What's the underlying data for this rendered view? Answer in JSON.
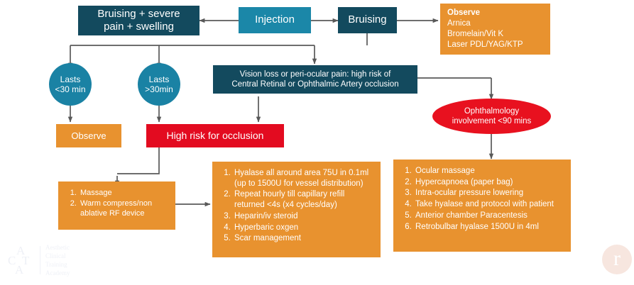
{
  "diagram": {
    "title": "Bruising and vascular occlusion management flowchart",
    "colors": {
      "navy": "#134a5e",
      "teal": "#1b87a8",
      "circle_teal": "#1a82a4",
      "orange": "#e8922f",
      "red": "#e30b20",
      "ellipse_red": "#e8111f",
      "arrow": "#595959",
      "text_on_fill": "#ffffff"
    },
    "nodes": {
      "bruising_severe": {
        "label": "Bruising + severe pain + swelling",
        "line1": "Bruising + severe",
        "line2": "pain + swelling",
        "shape": "rectangle",
        "color": "navy"
      },
      "injection": {
        "label": "Injection",
        "shape": "rectangle",
        "color": "teal"
      },
      "bruising": {
        "label": "Bruising",
        "shape": "rectangle",
        "color": "navy"
      },
      "observe_top": {
        "title": "Observe",
        "items": [
          "Arnica",
          "Bromelain/Vit K",
          "Laser PDL/YAG/KTP"
        ],
        "shape": "rectangle",
        "color": "orange"
      },
      "lasts_under_30": {
        "line1": "Lasts",
        "line2": "<30 min",
        "shape": "circle",
        "color": "circle_teal"
      },
      "lasts_over_30": {
        "line1": "Lasts",
        "line2": ">30min",
        "shape": "circle",
        "color": "circle_teal"
      },
      "vision_loss": {
        "line1": "Vision loss or peri-ocular pain: high risk of",
        "line2": "Central Retinal or Ophthalmic Artery occlusion",
        "shape": "rectangle",
        "color": "navy"
      },
      "observe_left": {
        "label": "Observe",
        "shape": "rectangle",
        "color": "orange"
      },
      "high_risk_occlusion": {
        "label": "High risk for occlusion",
        "shape": "rectangle",
        "color": "red"
      },
      "ophthalmology": {
        "line1": "Ophthalmology",
        "line2": "involvement <90 mins",
        "shape": "ellipse",
        "color": "ellipse_red"
      },
      "massage_list": {
        "shape": "rectangle",
        "color": "orange",
        "items": [
          "Massage",
          "Warm compress/non ablative RF device"
        ]
      },
      "hyalase_list": {
        "shape": "rectangle",
        "color": "orange",
        "items": [
          "Hyalase all around area 75U in 0.1ml (up to 1500U for vessel distribution)",
          "Repeat hourly till capillary refill returned <4s (x4 cycles/day)",
          "Heparin/iv steroid",
          "Hyperbaric oxgen",
          "Scar management"
        ]
      },
      "ocular_list": {
        "shape": "rectangle",
        "color": "orange",
        "items": [
          "Ocular massage",
          "Hypercapnoea (paper bag)",
          "Intra-ocular pressure lowering",
          "Take hyalase and protocol with patient",
          "Anterior chamber Paracentesis",
          "Retrobulbar hyalase 1500U in 4ml"
        ]
      }
    },
    "watermarks": {
      "acta": {
        "monogram": [
          "A",
          "C",
          "T",
          "A"
        ],
        "words": [
          "Aesthetic",
          "Clinical",
          "Training",
          "Academy"
        ]
      },
      "corner_mark": "r"
    }
  }
}
